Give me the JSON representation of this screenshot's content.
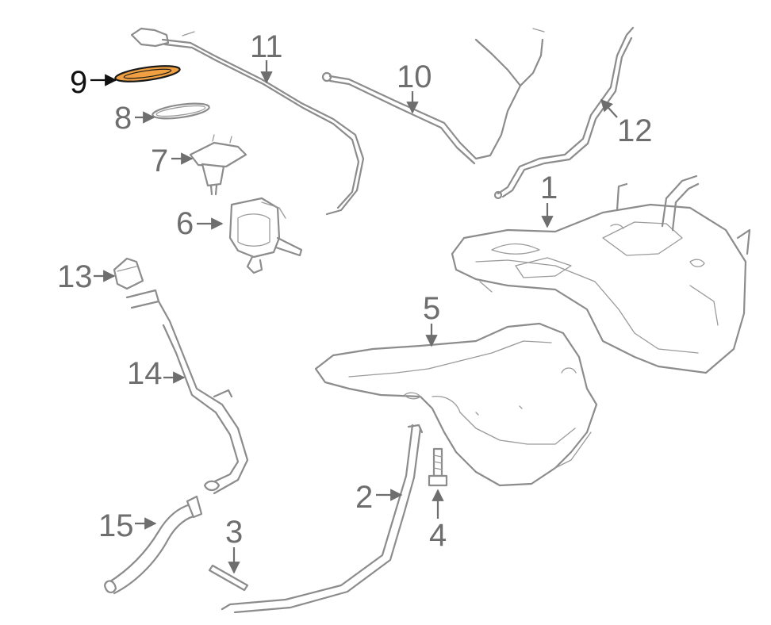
{
  "diagram": {
    "highlight_color": "#f0a040",
    "line_color": "#8c8c8c",
    "callouts": [
      {
        "id": "1",
        "label": "1"
      },
      {
        "id": "2",
        "label": "2"
      },
      {
        "id": "3",
        "label": "3"
      },
      {
        "id": "4",
        "label": "4"
      },
      {
        "id": "5",
        "label": "5"
      },
      {
        "id": "6",
        "label": "6"
      },
      {
        "id": "7",
        "label": "7"
      },
      {
        "id": "8",
        "label": "8"
      },
      {
        "id": "9",
        "label": "9",
        "highlighted": true
      },
      {
        "id": "10",
        "label": "10"
      },
      {
        "id": "11",
        "label": "11"
      },
      {
        "id": "12",
        "label": "12"
      },
      {
        "id": "13",
        "label": "13"
      },
      {
        "id": "14",
        "label": "14"
      },
      {
        "id": "15",
        "label": "15"
      }
    ]
  }
}
